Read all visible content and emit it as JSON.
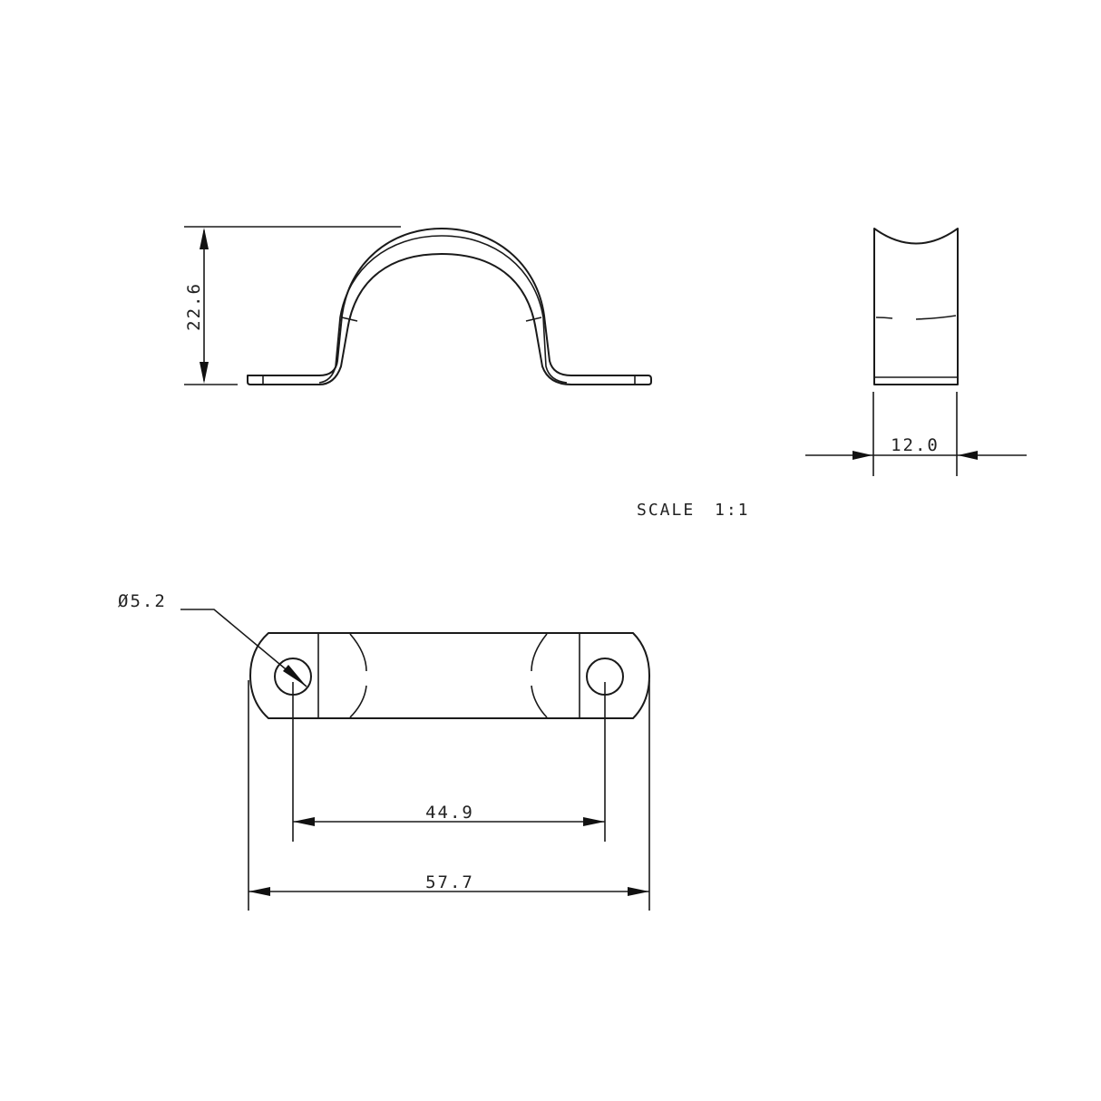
{
  "drawing": {
    "scale_label": "SCALE",
    "scale_value": "1:1",
    "views": {
      "front_view": {
        "height_dim": "22.6"
      },
      "side_view": {
        "width_dim": "12.0"
      },
      "top_view": {
        "hole_diameter_dim": "Ø5.2",
        "hole_spacing_dim": "44.9",
        "overall_length_dim": "57.7"
      }
    },
    "colors": {
      "line": "#1a1a1a",
      "background": "#ffffff"
    }
  }
}
